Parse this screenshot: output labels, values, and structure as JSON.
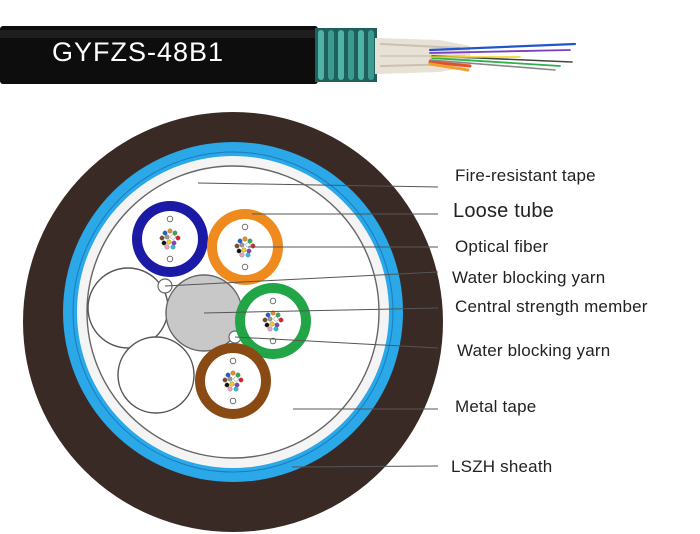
{
  "cable": {
    "model_label": "GYFZS-48B1",
    "colors": {
      "sheath": "#0d0d0d",
      "armor": "#2f7f7a",
      "binder": "#e8e2d6",
      "label_text": "#ffffff"
    }
  },
  "cross_section": {
    "colors": {
      "lszh_sheath": "#3a2a26",
      "metal_tape": "#2aa8e8",
      "fire_resistant_tape": "#f4f4f4",
      "core_fill": "#ffffff",
      "filler_rod": "#ffffff",
      "central_member": "#c8c8c8",
      "leader_line": "#555555"
    },
    "loose_tubes": [
      {
        "name": "blue",
        "color": "#1a1aa6"
      },
      {
        "name": "orange",
        "color": "#ef8a1e"
      },
      {
        "name": "green",
        "color": "#22a547"
      },
      {
        "name": "brown",
        "color": "#8a4a14"
      }
    ],
    "fiber_colors": [
      "#1f5fd1",
      "#f08a24",
      "#2bb24c",
      "#7a4a22",
      "#9a9a9a",
      "#ffffff",
      "#e02020",
      "#111111",
      "#f2d21b",
      "#8a3fc0",
      "#f2a0c4",
      "#27c2d8"
    ]
  },
  "callouts": [
    {
      "id": "fire-resistant-tape",
      "text": "Fire-resistant tape",
      "size": "normal"
    },
    {
      "id": "loose-tube",
      "text": "Loose tube",
      "size": "large"
    },
    {
      "id": "optical-fiber",
      "text": "Optical fiber",
      "size": "normal"
    },
    {
      "id": "water-blocking-yarn-1",
      "text": "Water blocking yarn",
      "size": "normal"
    },
    {
      "id": "central-strength-member",
      "text": "Central strength member",
      "size": "normal"
    },
    {
      "id": "water-blocking-yarn-2",
      "text": "Water blocking yarn",
      "size": "normal"
    },
    {
      "id": "metal-tape",
      "text": "Metal tape",
      "size": "normal"
    },
    {
      "id": "lszh-sheath",
      "text": "LSZH sheath",
      "size": "normal"
    }
  ]
}
